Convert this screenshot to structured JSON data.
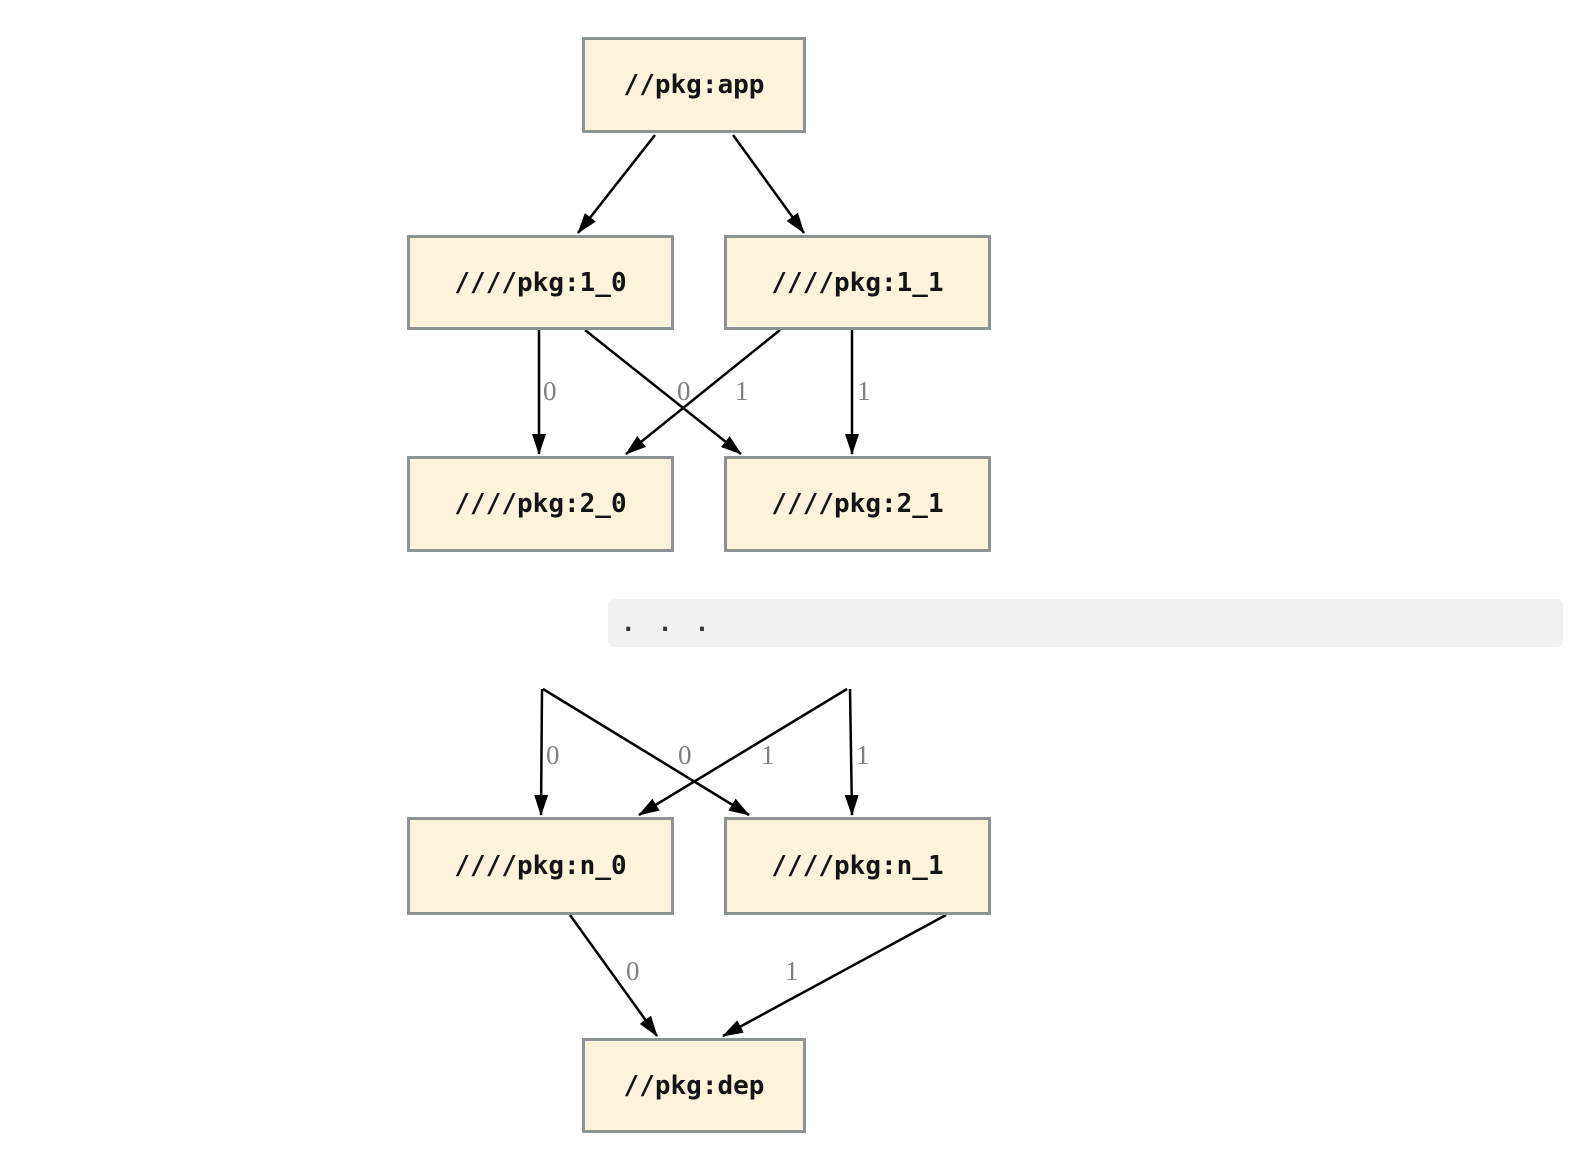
{
  "diagram": {
    "kind": "build-dependency-graph",
    "nodes": {
      "app": {
        "label": "//pkg:app"
      },
      "l1_0": {
        "label": "////pkg:1_0"
      },
      "l1_1": {
        "label": "////pkg:1_1"
      },
      "l2_0": {
        "label": "////pkg:2_0"
      },
      "l2_1": {
        "label": "////pkg:2_1"
      },
      "ln_0": {
        "label": "////pkg:n_0"
      },
      "ln_1": {
        "label": "////pkg:n_1"
      },
      "dep": {
        "label": "//pkg:dep"
      }
    },
    "ellipsis": {
      "label": ". . ."
    },
    "edges": [
      {
        "from": "//pkg:app",
        "to": "////pkg:1_0",
        "label": ""
      },
      {
        "from": "//pkg:app",
        "to": "////pkg:1_1",
        "label": ""
      },
      {
        "from": "////pkg:1_0",
        "to": "////pkg:2_0",
        "label": "0"
      },
      {
        "from": "////pkg:1_1",
        "to": "////pkg:2_0",
        "label": "0"
      },
      {
        "from": "////pkg:1_0",
        "to": "////pkg:2_1",
        "label": "1"
      },
      {
        "from": "////pkg:1_1",
        "to": "////pkg:2_1",
        "label": "1"
      },
      {
        "from": ". . .",
        "to": "////pkg:n_0",
        "label": "0"
      },
      {
        "from": ". . .",
        "to": "////pkg:n_0",
        "label": "0"
      },
      {
        "from": ". . .",
        "to": "////pkg:n_1",
        "label": "1"
      },
      {
        "from": ". . .",
        "to": "////pkg:n_1",
        "label": "1"
      },
      {
        "from": "////pkg:n_0",
        "to": "//pkg:dep",
        "label": "0"
      },
      {
        "from": "////pkg:n_1",
        "to": "//pkg:dep",
        "label": "1"
      }
    ],
    "colors": {
      "node_fill": "#fcf4da",
      "node_border": "#8d9292",
      "edge": "#000000",
      "edge_label": "#7f7f7f",
      "ellipsis_band_bg": "#f1f1f1",
      "background": "#ffffff"
    }
  }
}
